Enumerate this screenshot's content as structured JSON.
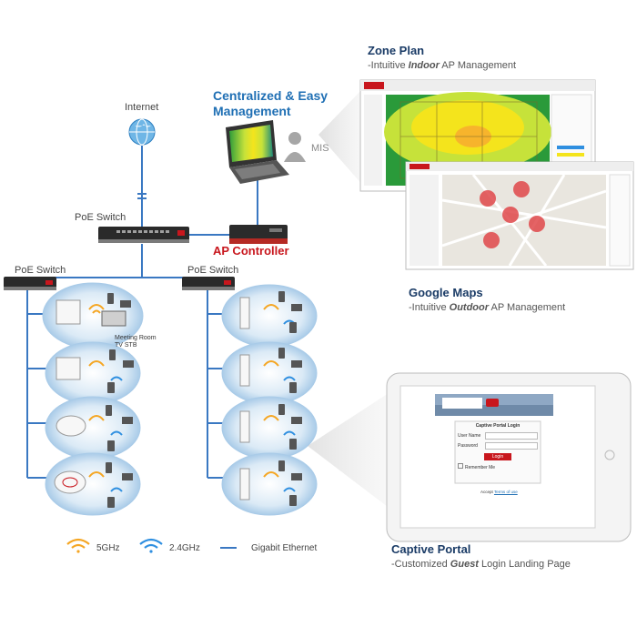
{
  "labels": {
    "internet": "Internet",
    "centralized": "Centralized & Easy",
    "management": "Management",
    "mis": "MIS",
    "poe_switch_top": "PoE Switch",
    "poe_switch_left": "PoE Switch",
    "poe_switch_right": "PoE Switch",
    "ap_controller": "AP Controller",
    "meeting_room": "Meeting Room",
    "tv_stb": "TV STB"
  },
  "zone_plan": {
    "title": "Zone Plan",
    "sub_prefix": "-Intuitive ",
    "sub_emph": "Indoor",
    "sub_suffix": " AP Management"
  },
  "google_maps": {
    "title": "Google Maps",
    "sub_prefix": "-Intuitive ",
    "sub_emph": "Outdoor",
    "sub_suffix": " AP Management"
  },
  "captive_portal": {
    "title": "Captive Portal",
    "sub_prefix": "-Customized ",
    "sub_emph": "Guest",
    "sub_suffix": " Login Landing Page",
    "login_title": "Captive Portal Login",
    "user_label": "User Name",
    "pass_label": "Password",
    "login_button": "Login",
    "remember": "Remember Me",
    "accept_prefix": "Accept ",
    "accept_link": "Terms of use"
  },
  "legend": {
    "ghz5": "5GHz",
    "ghz24": "2.4GHz",
    "gigabit": "Gigabit Ethernet"
  },
  "colors": {
    "accent_blue": "#1f6fb4",
    "controller_red": "#c8161d",
    "line_blue": "#3a78c2",
    "wifi_orange": "#f5a623",
    "wifi_blue": "#2f8fe0"
  },
  "icons": {
    "globe": "globe-icon",
    "laptop": "laptop-icon",
    "user": "user-icon",
    "switch": "switch-icon",
    "access_point": "access-point-icon",
    "wifi": "wifi-icon"
  }
}
